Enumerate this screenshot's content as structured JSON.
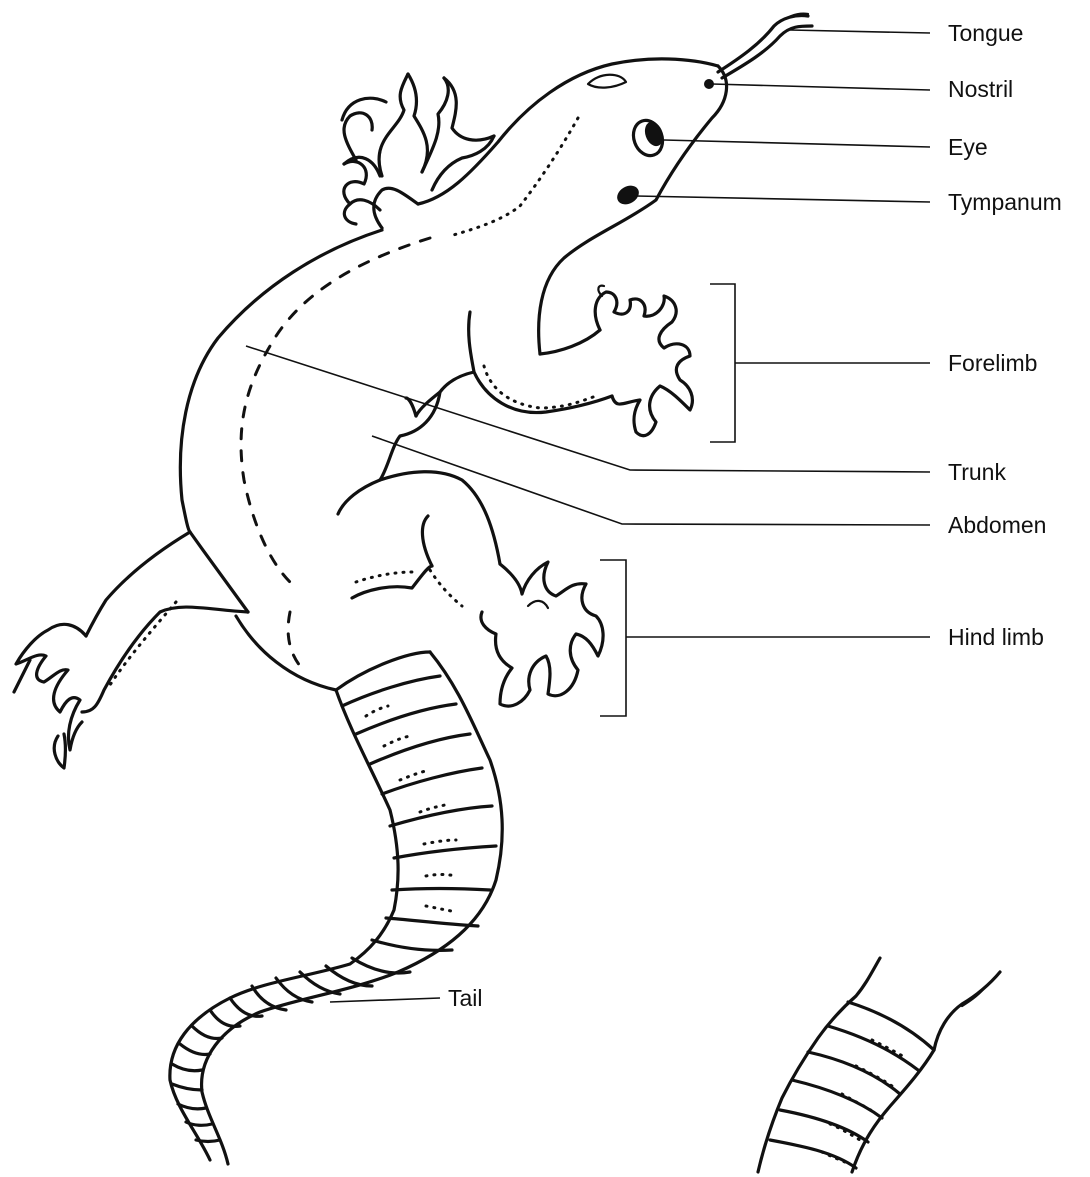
{
  "diagram": {
    "labels": {
      "tongue": "Tongue",
      "nostril": "Nostril",
      "eye": "Eye",
      "tympanum": "Tympanum",
      "forelimb": "Forelimb",
      "trunk": "Trunk",
      "abdomen": "Abdomen",
      "hind_limb": "Hind limb",
      "tail": "Tail"
    }
  }
}
